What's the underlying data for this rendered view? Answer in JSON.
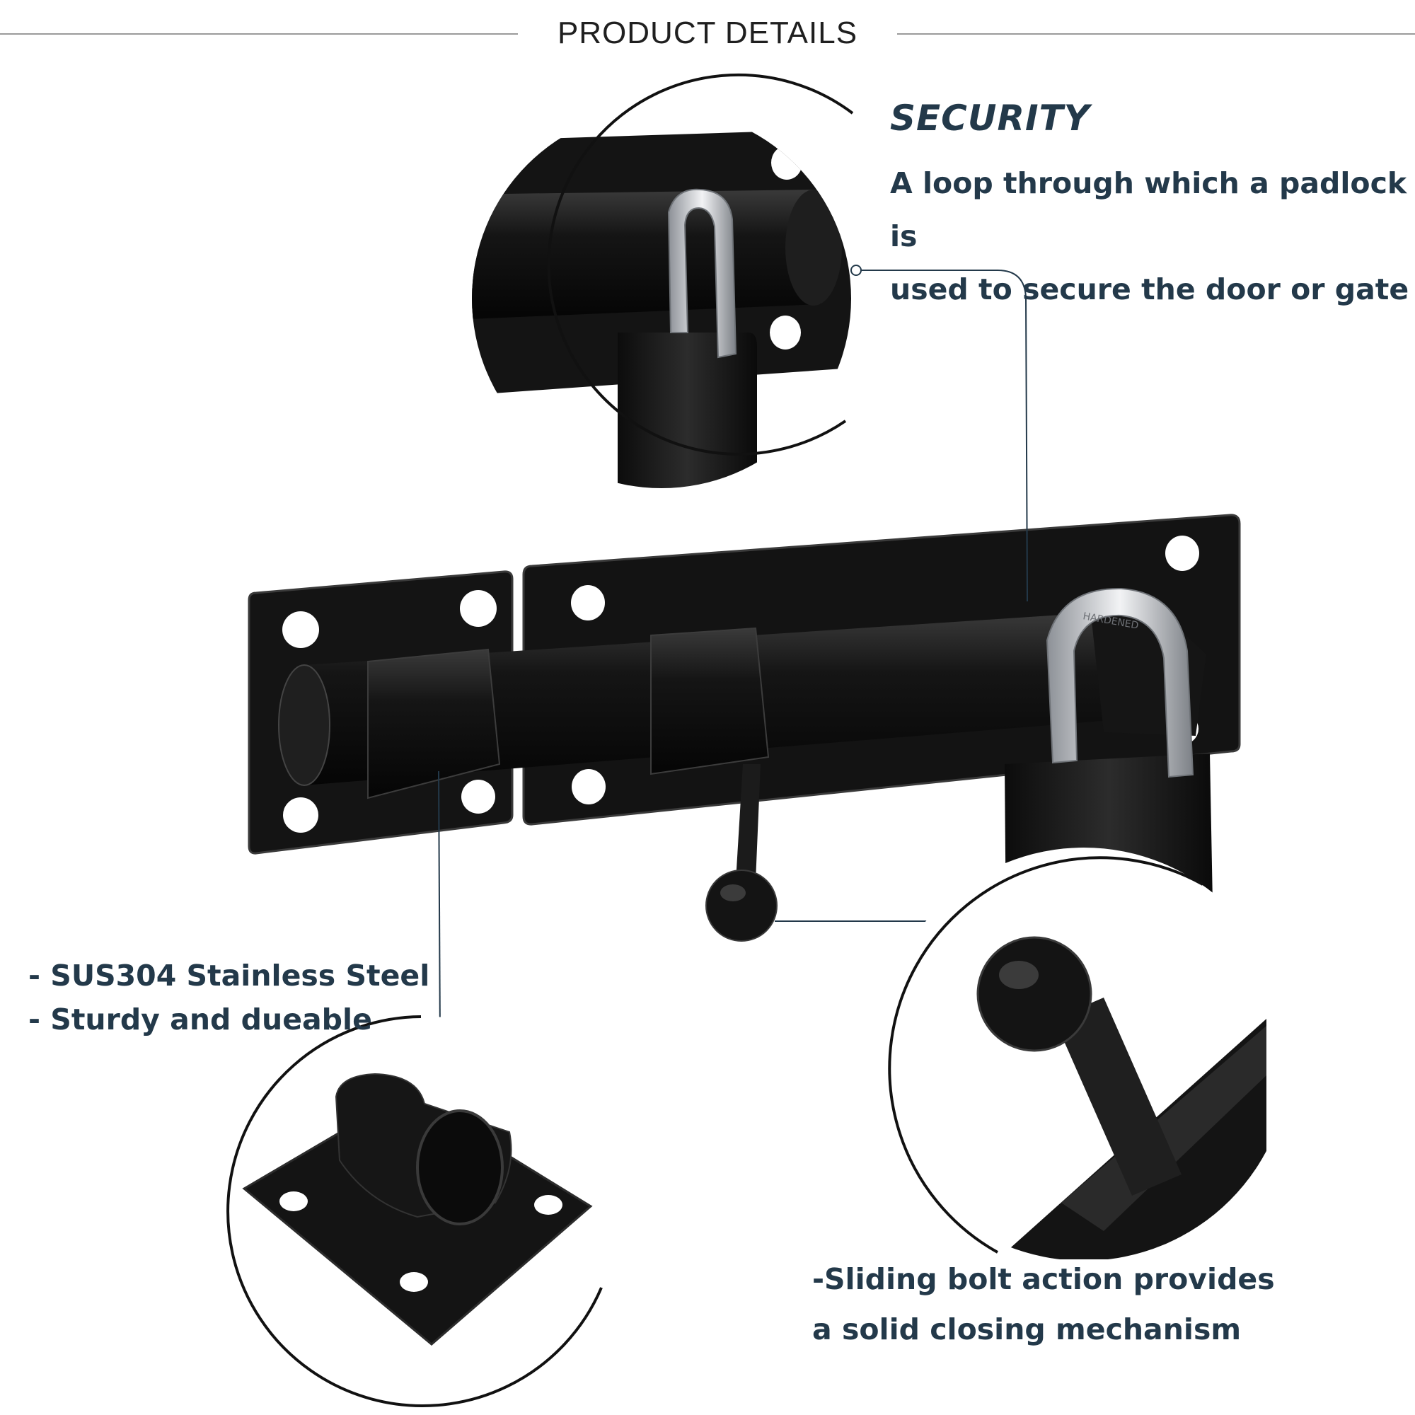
{
  "header": {
    "title": "PRODUCT DETAILS"
  },
  "security": {
    "title": "SECURITY",
    "lines": [
      "A loop through which a padlock is",
      "used to secure the door or gate"
    ]
  },
  "material": {
    "lines": [
      "- SUS304 Stainless Steel",
      "- Sturdy and dueable"
    ]
  },
  "bolt": {
    "lines": [
      "-Sliding bolt action provides",
      "a solid closing mechanism"
    ]
  },
  "engraving": "HARDENED",
  "colors": {
    "text": "#23394a",
    "metal": "#111111",
    "metal_highlight": "#2e2e2e",
    "chrome": "#c8cbd0",
    "rule": "#9a9a9a",
    "callout": "#23394a"
  }
}
